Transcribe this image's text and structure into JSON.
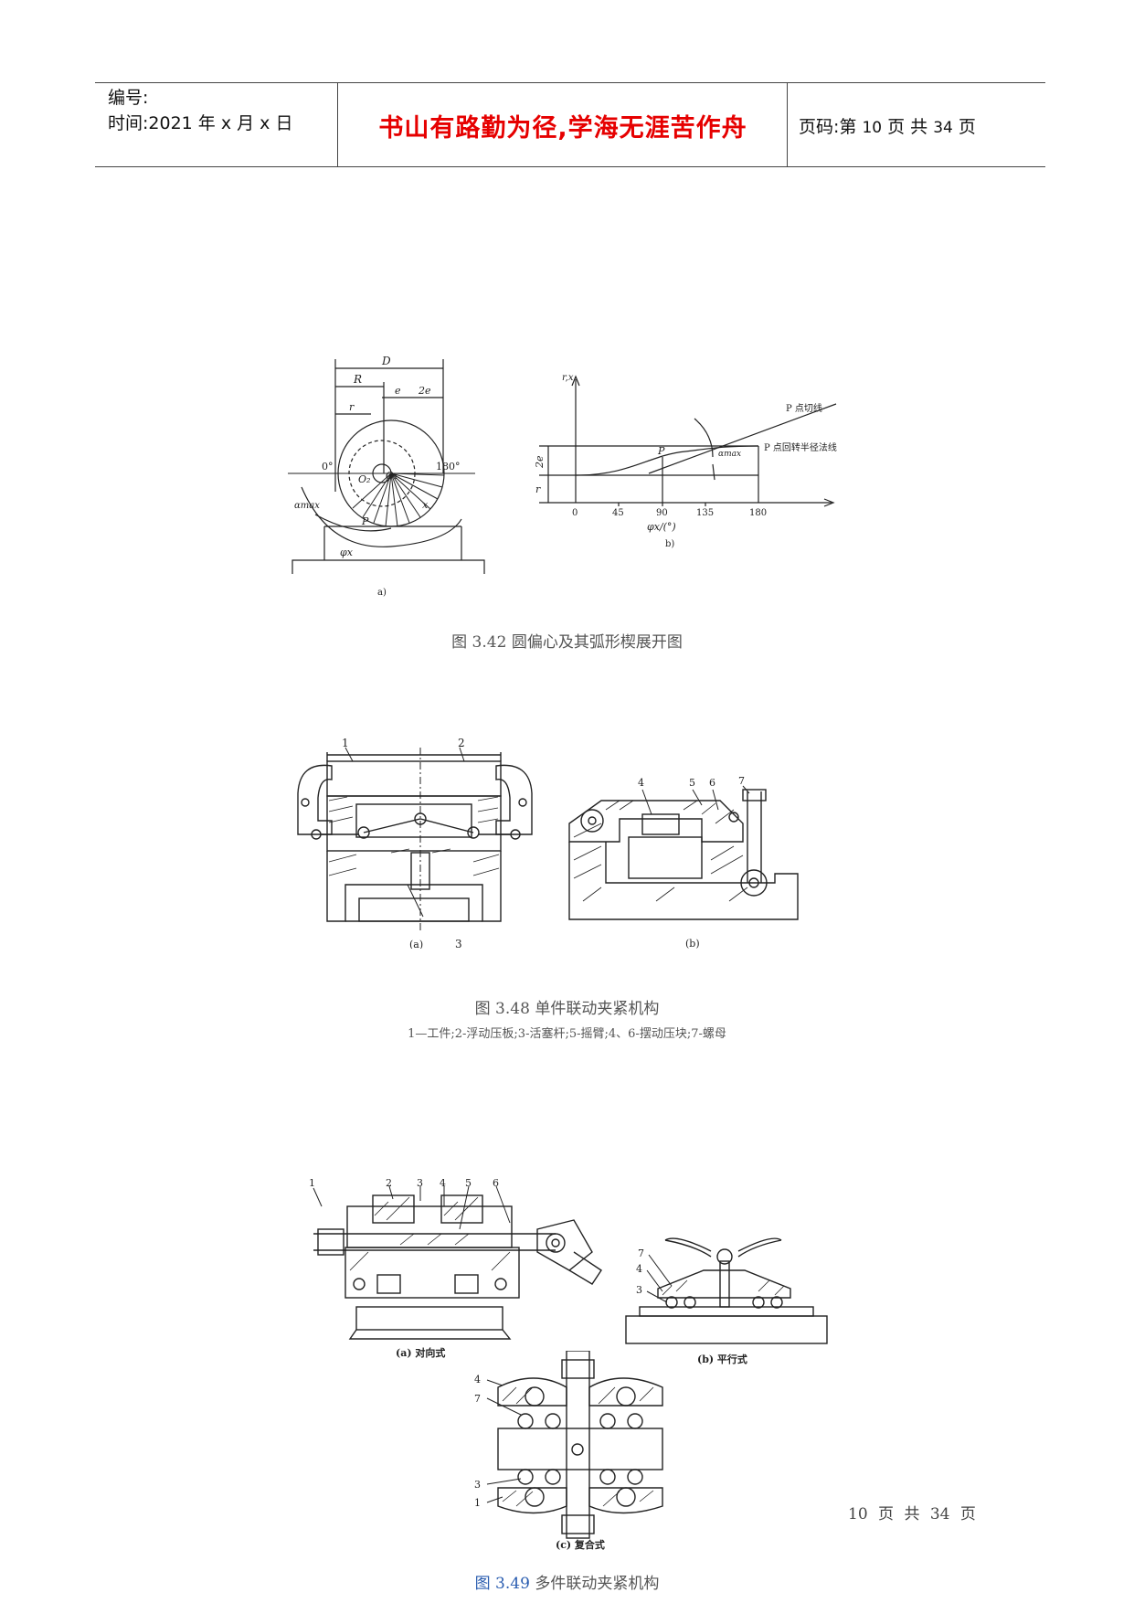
{
  "header": {
    "number_label": "编号:",
    "time_label": "时间:2021 年 x 月 x 日",
    "motto": "书山有路勤为径,学海无涯苦作舟",
    "page_prefix": "页码:第 ",
    "page_current": "10",
    "page_mid": " 页  共 ",
    "page_total": "34",
    "page_suffix": " 页"
  },
  "figure_342": {
    "caption": "图  3.42 圆偏心及其弧形楔展开图",
    "a_labels": {
      "D": "D",
      "R": "R",
      "e": "e",
      "two_e": "2e",
      "r": "r",
      "zero": "0°",
      "one_eighty": "180°",
      "O2": "O₂",
      "O1": "O₁",
      "alpha_max": "αmax",
      "P": "P",
      "x": "x",
      "phi": "φx",
      "sub": "a)"
    },
    "b_labels": {
      "y_axis": "r,x",
      "two_e": "2e",
      "r": "r",
      "ticks": [
        "0",
        "45",
        "90",
        "135",
        "180"
      ],
      "x_axis": "φx/(°)",
      "P": "P",
      "alpha_max": "αmax",
      "tangent": "P 点切线",
      "normal": "P 点回转半径法线",
      "sub": "b)"
    }
  },
  "figure_348": {
    "caption": "图 3.48  单件联动夹紧机构",
    "note": "1—工件;2-浮动压板;3-活塞杆;5-摇臂;4、6-摆动压块;7-螺母",
    "a_labels": {
      "n1": "1",
      "n2": "2",
      "n3": "3",
      "sub": "(a)"
    },
    "b_labels": {
      "n4": "4",
      "n5": "5",
      "n6": "6",
      "n7": "7",
      "sub": "(b)"
    }
  },
  "figure_349": {
    "caption_prefix": "图 3.49",
    "caption_text": "  多件联动夹紧机构",
    "a_labels": {
      "n1": "1",
      "n2": "2",
      "n3": "3",
      "n4": "4",
      "n5": "5",
      "n6": "6",
      "sub": "(a) 对向式"
    },
    "b_labels": {
      "n7": "7",
      "n4": "4",
      "n3": "3",
      "sub": "(b) 平行式"
    },
    "c_labels": {
      "n4": "4",
      "n7": "7",
      "n3": "3",
      "n1": "1",
      "sub": "(c) 复合式"
    }
  },
  "footer": {
    "page": "10 页 共 34 页"
  }
}
